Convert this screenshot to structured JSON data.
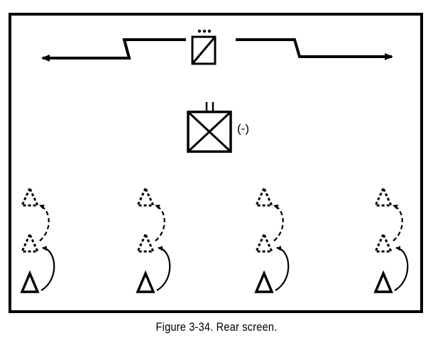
{
  "figure": {
    "caption": "Figure 3-34.  Rear screen.",
    "unit_strength_label": "(-)",
    "colors": {
      "ink": "#000000",
      "background": "#ffffff"
    },
    "symbols": {
      "headquarters_unit": "diagonal-box-with-three-dots",
      "main_unit": "crossed-box-with-two-bars",
      "scout_positions": "triangle-icon"
    },
    "scout_columns": [
      {
        "id": "col-1"
      },
      {
        "id": "col-2"
      },
      {
        "id": "col-3"
      },
      {
        "id": "col-4"
      }
    ]
  }
}
